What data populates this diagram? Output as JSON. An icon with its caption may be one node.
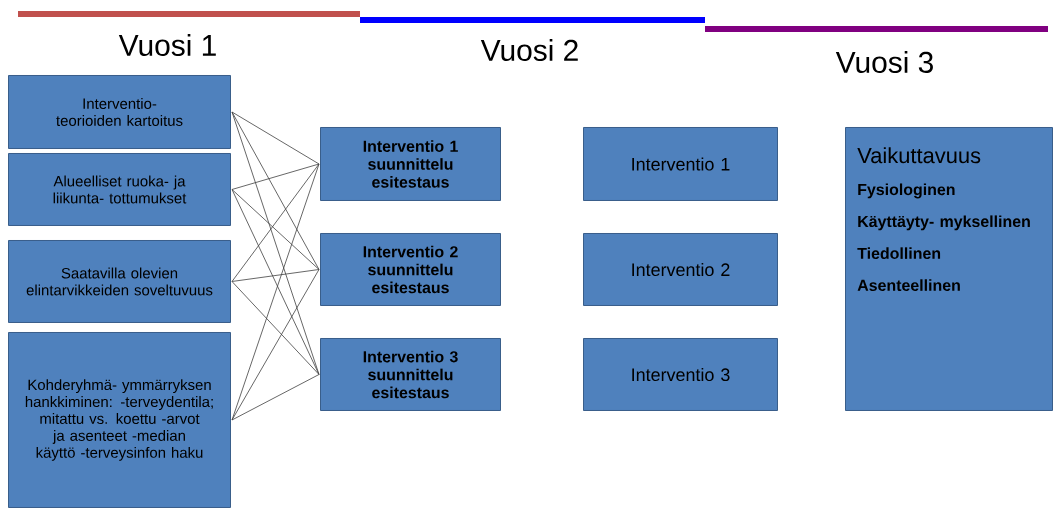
{
  "diagram": {
    "nodes": [
      {
        "text": [
          "Interventio- teorioiden kartoitus"
        ]
      },
      {
        "text": [
          "Alueelliset ruoka- ja liikunta- tottumukset"
        ]
      },
      {
        "text": [
          "Saatavilla olevien elintarvikkeiden soveltuvuus"
        ]
      },
      {
        "text": [
          "Kohderyhmä- ymmärryksen hankkiminen: -terveydentila; mitattu vs. koettu -arvot ja asenteet -median käyttö -terveysinfon haku"
        ]
      },
      {
        "text": [
          "Interventio 1 suunnittelu esitestaus"
        ]
      },
      {
        "text": [
          "Interventio 2 suunnittelu esitestaus"
        ]
      },
      {
        "text": [
          "Interventio 3 suunnittelu esitestaus"
        ]
      },
      {
        "text": [
          "Interventio 1"
        ]
      },
      {
        "text": [
          "Interventio 2"
        ]
      },
      {
        "text": [
          "Interventio 3"
        ]
      },
      {
        "text": [
          "Vaikuttavuus",
          "Fysiologinen",
          "Käyttäyty- myksellinen",
          "Tiedollinen",
          "Asenteellinen"
        ]
      }
    ],
    "edges": [
      {
        "from": 0,
        "to": 4,
        "arrow": "none"
      },
      {
        "from": 0,
        "to": 5,
        "arrow": "none"
      },
      {
        "from": 0,
        "to": 6,
        "arrow": "none"
      },
      {
        "from": 1,
        "to": 4,
        "arrow": "none"
      },
      {
        "from": 1,
        "to": 5,
        "arrow": "none"
      },
      {
        "from": 1,
        "to": 6,
        "arrow": "none"
      },
      {
        "from": 2,
        "to": 4,
        "arrow": "none"
      },
      {
        "from": 2,
        "to": 5,
        "arrow": "none"
      },
      {
        "from": 2,
        "to": 6,
        "arrow": "none"
      },
      {
        "from": 3,
        "to": 4,
        "arrow": "none"
      },
      {
        "from": 3,
        "to": 5,
        "arrow": "none"
      },
      {
        "from": 3,
        "to": 6,
        "arrow": "none"
      }
    ],
    "labels": [
      "Vuosi 1",
      "Vuosi 2",
      "Vuosi 3"
    ]
  }
}
